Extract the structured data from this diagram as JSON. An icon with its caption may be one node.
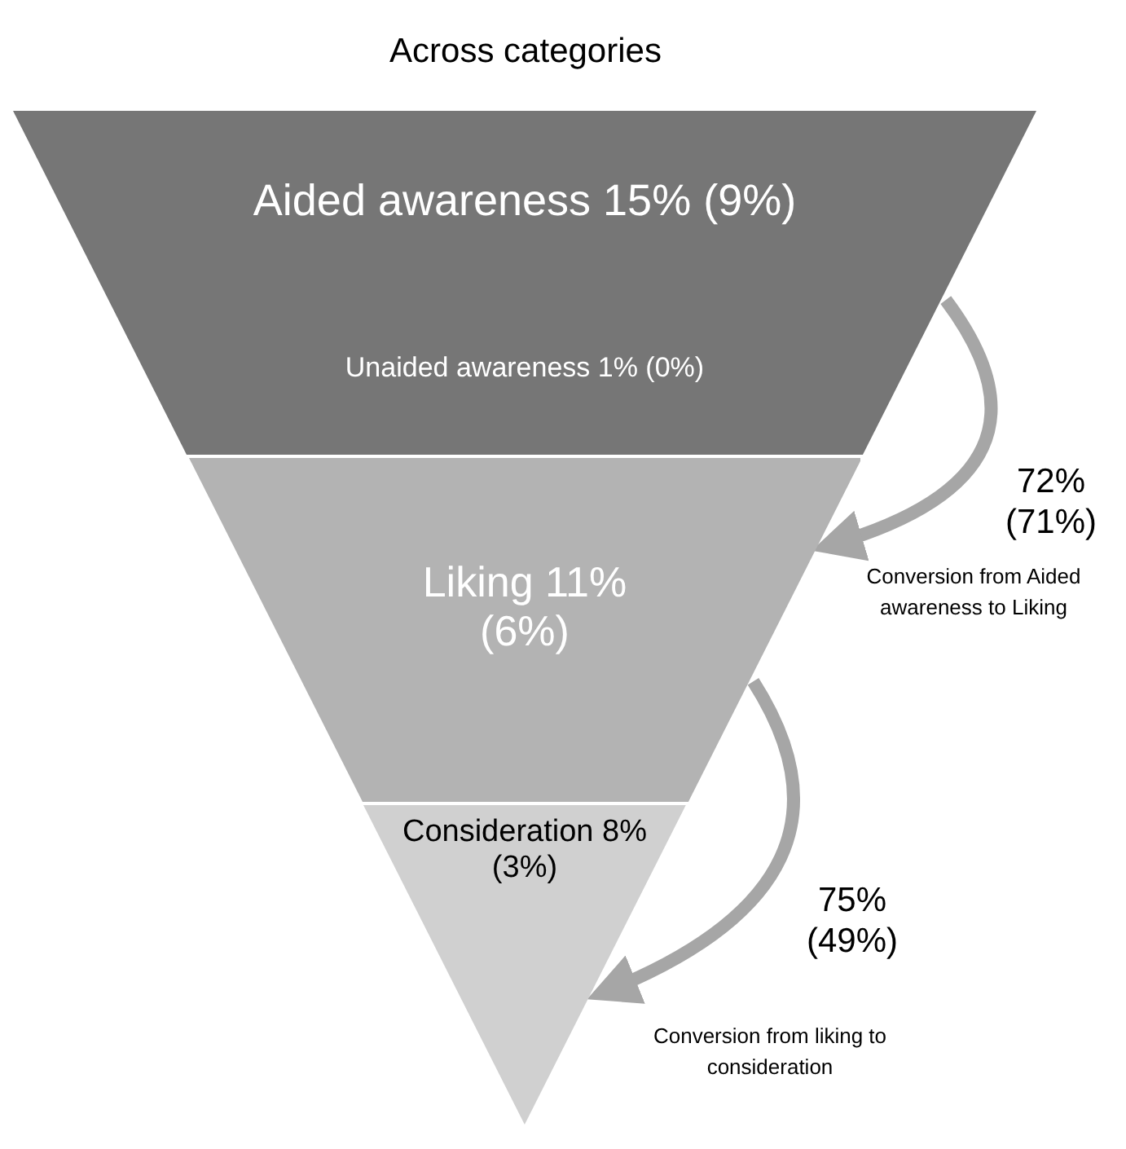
{
  "diagram": {
    "title": "Across categories",
    "nodes": [
      {
        "text": [
          "Aided awareness 15% (9%)",
          "Unaided awareness 1% (0%)"
        ]
      },
      {
        "text": [
          "Liking 11% (6%)"
        ]
      },
      {
        "text": [
          "Consideration 8% (3%)"
        ]
      }
    ],
    "edges": [
      {
        "from": 0,
        "to": 1,
        "arrow": "to",
        "label": "72% (71%)"
      },
      {
        "from": 1,
        "to": 2,
        "arrow": "to",
        "label": "75% (49%)"
      }
    ],
    "labels": [
      "Conversion from Aided awareness to Liking",
      "Conversion from liking to consideration"
    ]
  }
}
